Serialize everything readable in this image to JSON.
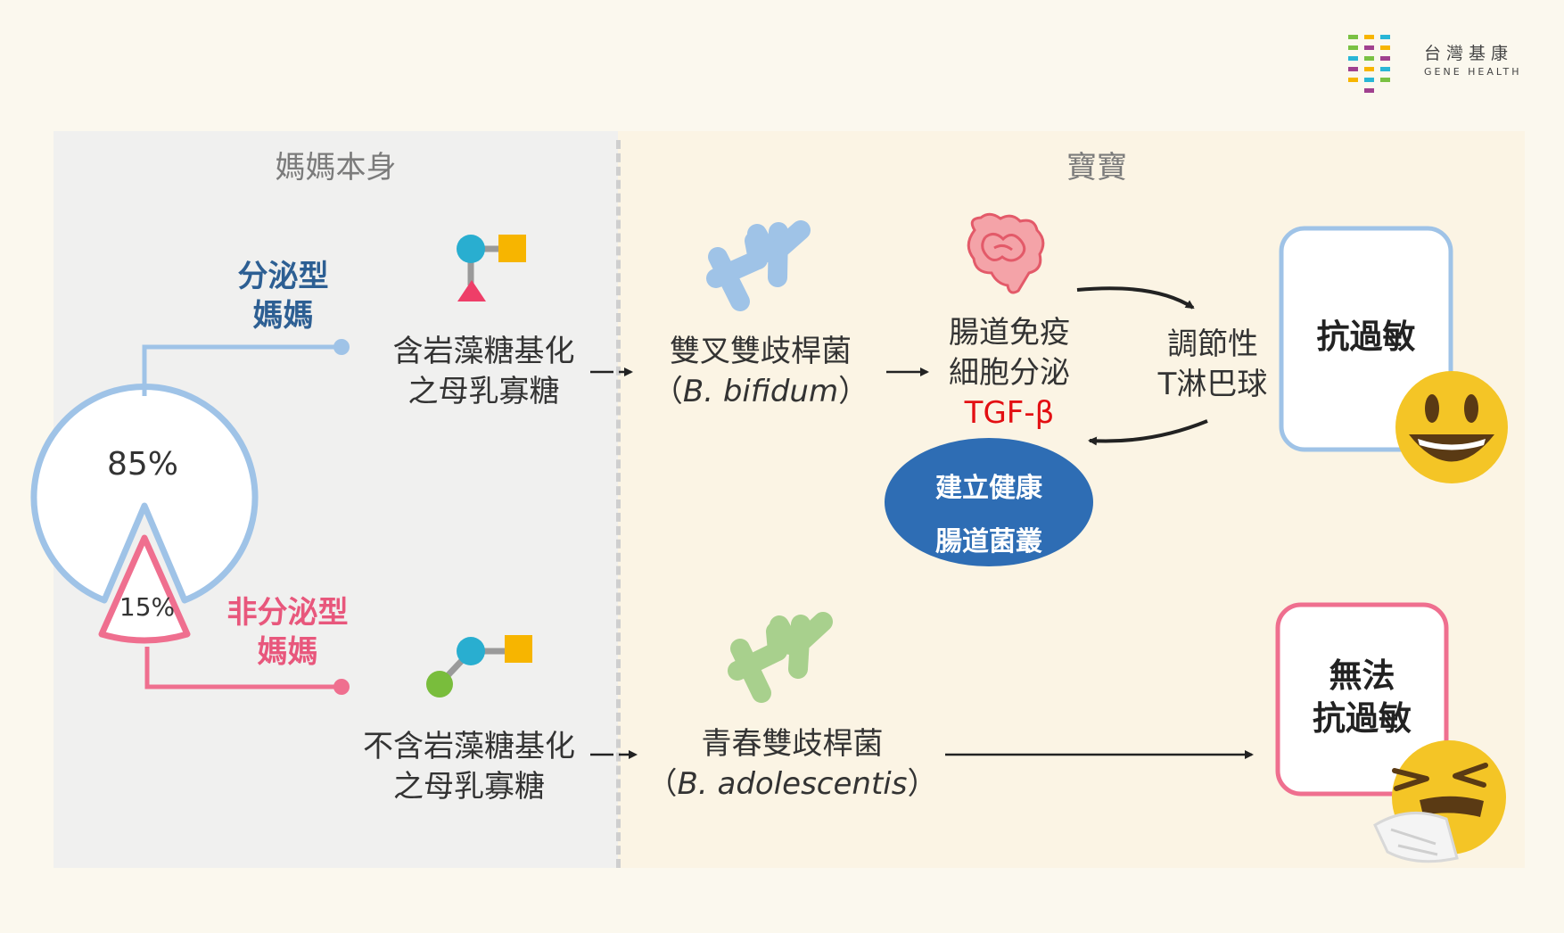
{
  "logo": {
    "name": "台灣基康",
    "tagline": "GENE HEALTH"
  },
  "sections": {
    "mother": "媽媽本身",
    "baby": "寶寶"
  },
  "pie": {
    "secretor_percent": "85%",
    "non_secretor_percent": "15%",
    "colors": {
      "secretor": "#9fc3e7",
      "non_secretor": "#ef6f8f"
    }
  },
  "secretor": {
    "label_line1": "分泌型",
    "label_line2": "媽媽",
    "milk_line1": "含岩藻糖基化",
    "milk_line2": "之母乳寡糖",
    "bacteria_line1": "雙叉雙歧桿菌",
    "bacteria_paren_open": "（",
    "bacteria_latin": "B. bifidum",
    "bacteria_paren_close": "）",
    "immune_line1": "腸道免疫",
    "immune_line2": "細胞分泌",
    "immune_line3": "TGF-β",
    "treg_line1": "調節性",
    "treg_line2": "T淋巴球",
    "gut_line1": "建立健康",
    "gut_line2": "腸道菌叢",
    "outcome": "抗過敏"
  },
  "non_secretor": {
    "label_line1": "非分泌型",
    "label_line2": "媽媽",
    "milk_line1": "不含岩藻糖基化",
    "milk_line2": "之母乳寡糖",
    "bacteria_line1": "青春雙歧桿菌",
    "bacteria_paren_open": "（",
    "bacteria_latin": "B. adolescentis",
    "bacteria_paren_close": "）",
    "outcome_line1": "無法",
    "outcome_line2": "抗過敏"
  },
  "icons": [
    "logo-bars-icon",
    "oligosaccharide-fucosylated-icon",
    "oligosaccharide-nonfucosylated-icon",
    "bifidum-bacteria-icon",
    "adolescentis-bacteria-icon",
    "intestine-icon",
    "happy-face-icon",
    "sneezing-face-icon"
  ]
}
